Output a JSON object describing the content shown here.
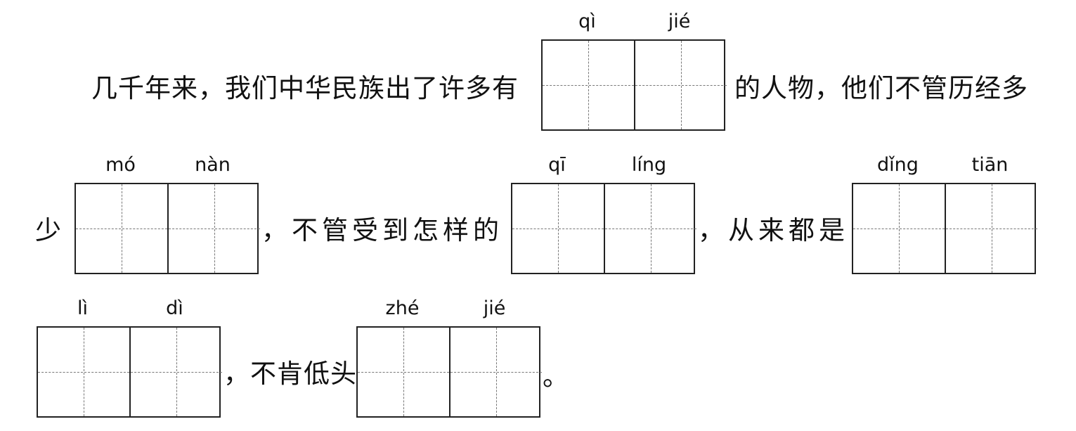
{
  "lines": {
    "l1_before": "几千年来，我们中华民族出了许多有",
    "l1_after": "的人物，他们不管历经多",
    "l2_before": "少",
    "l2_mid1": "，不管受到怎样的",
    "l2_mid2": "，从来都是",
    "l3_mid": "，不肯低头",
    "l3_end": "。"
  },
  "blanks": [
    {
      "pinyin": [
        "qì",
        "jié"
      ]
    },
    {
      "pinyin": [
        "mó",
        "nàn"
      ]
    },
    {
      "pinyin": [
        "qī",
        "líng"
      ]
    },
    {
      "pinyin": [
        "dǐng",
        "tiān"
      ]
    },
    {
      "pinyin": [
        "lì",
        "dì"
      ]
    },
    {
      "pinyin": [
        "zhé",
        "jié"
      ]
    }
  ]
}
